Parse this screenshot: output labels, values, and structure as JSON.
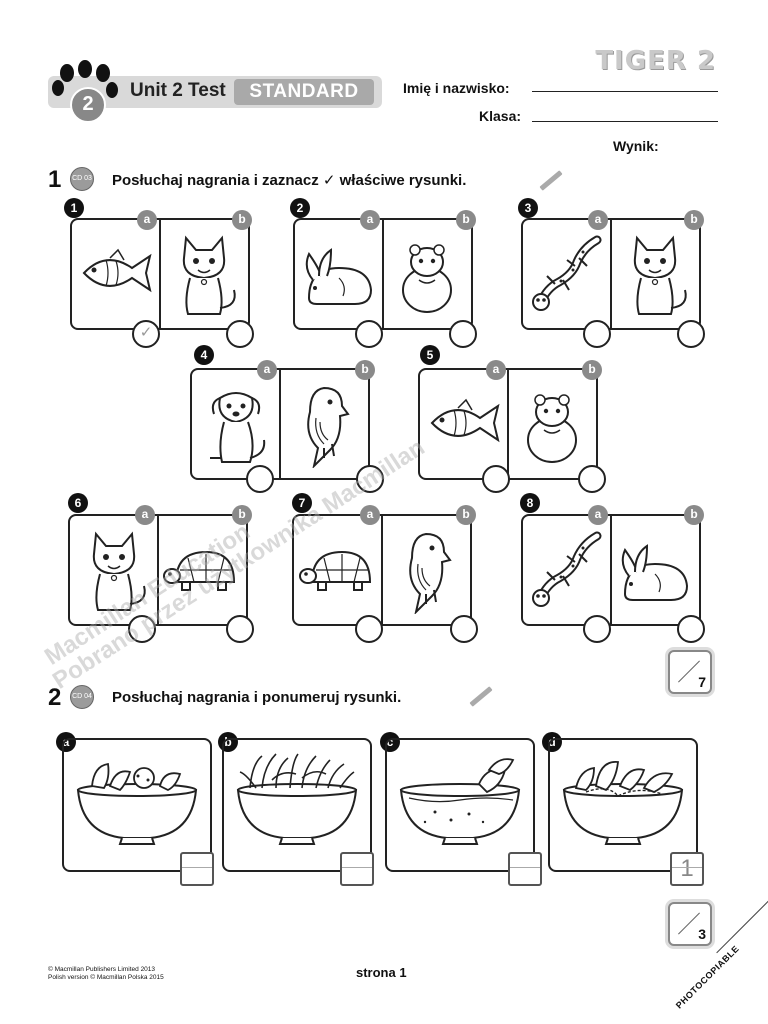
{
  "header": {
    "brand": "TIGER 2",
    "unit_number": "2",
    "unit_title": "Unit 2 Test",
    "level": "STANDARD",
    "name_label": "Imię i nazwisko:",
    "class_label": "Klasa:",
    "score_label": "Wynik:"
  },
  "exercise1": {
    "number": "1",
    "cd_label": "CD 03",
    "instruction": "Posłuchaj nagrania i zaznacz ✓ właściwe rysunki.",
    "score_max": "7",
    "option_a": "a",
    "option_b": "b",
    "items": [
      {
        "number": "1",
        "a": "fish",
        "b": "cat",
        "answer_a": "✓",
        "answer_b": ""
      },
      {
        "number": "2",
        "a": "rabbit",
        "b": "hamster",
        "answer_a": "",
        "answer_b": ""
      },
      {
        "number": "3",
        "a": "lizard",
        "b": "cat",
        "answer_a": "",
        "answer_b": ""
      },
      {
        "number": "4",
        "a": "dog",
        "b": "parrot",
        "answer_a": "",
        "answer_b": ""
      },
      {
        "number": "5",
        "a": "fish",
        "b": "hamster",
        "answer_a": "",
        "answer_b": ""
      },
      {
        "number": "6",
        "a": "cat",
        "b": "tortoise",
        "answer_a": "",
        "answer_b": ""
      },
      {
        "number": "7",
        "a": "tortoise",
        "b": "parrot",
        "answer_a": "",
        "answer_b": ""
      },
      {
        "number": "8",
        "a": "lizard",
        "b": "rabbit",
        "answer_a": "",
        "answer_b": ""
      }
    ]
  },
  "exercise2": {
    "number": "2",
    "cd_label": "CD 04",
    "instruction": "Posłuchaj nagrania i ponumeruj rysunki.",
    "score_max": "3",
    "items": [
      {
        "letter": "a",
        "content": "fruit",
        "answer": ""
      },
      {
        "letter": "b",
        "content": "grass",
        "answer": ""
      },
      {
        "letter": "c",
        "content": "water",
        "answer": ""
      },
      {
        "letter": "d",
        "content": "leaves",
        "answer": "1"
      }
    ]
  },
  "footer": {
    "copyright_1": "© Macmillan Publishers Limited 2013",
    "copyright_2": "Polish version © Macmillan Polska 2015",
    "page": "strona 1",
    "photocopiable": "PHOTOCOPIABLE"
  },
  "watermark": {
    "line1": "Macmillan Education",
    "line2": "Pobrano przez użytkownika Macmillan"
  }
}
